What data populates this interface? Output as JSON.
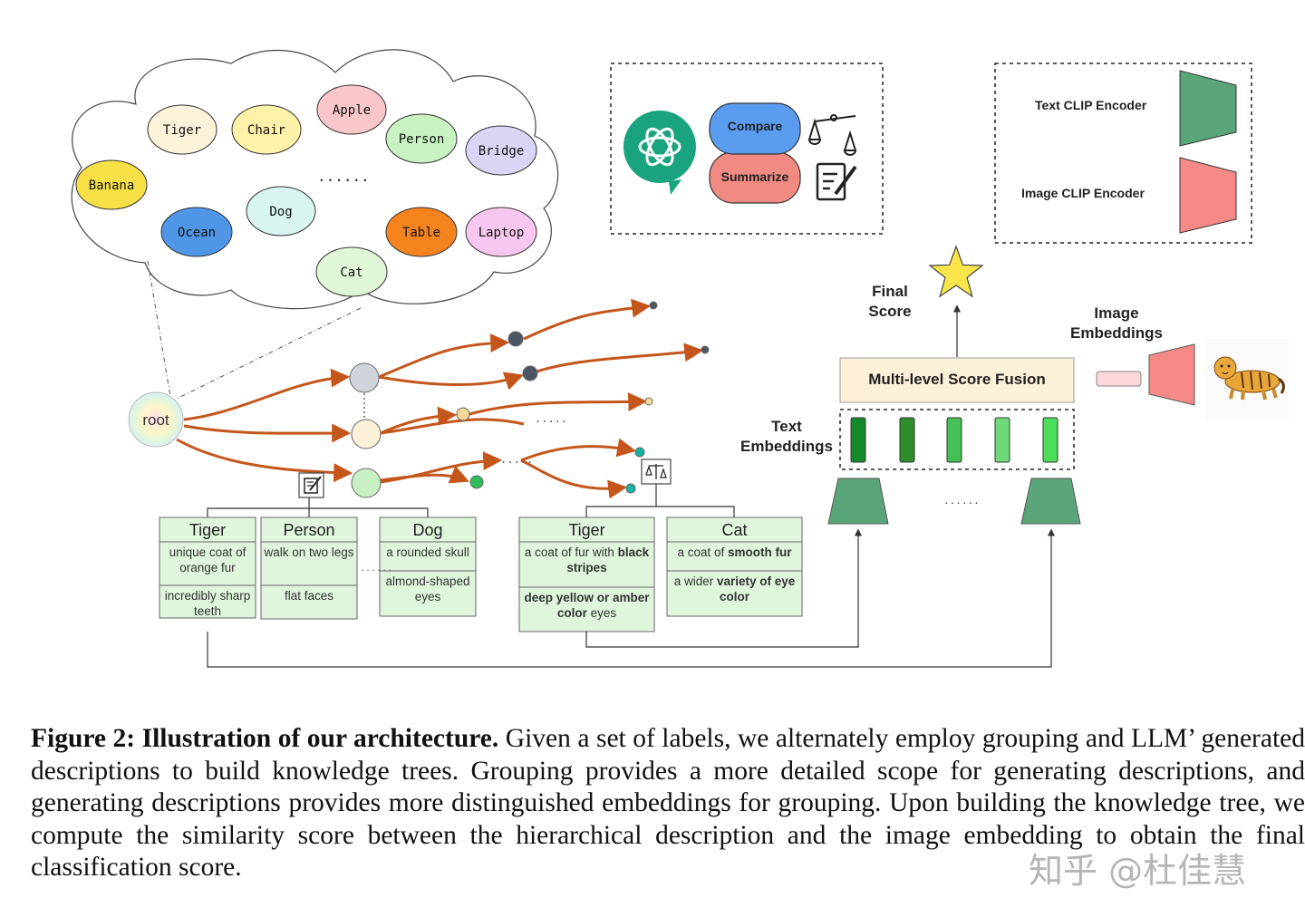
{
  "cloud_labels": [
    {
      "text": "Tiger",
      "fill": "#fdf3da"
    },
    {
      "text": "Chair",
      "fill": "#fff2a8"
    },
    {
      "text": "Apple",
      "fill": "#f9c6c9"
    },
    {
      "text": "Person",
      "fill": "#c9f2c2"
    },
    {
      "text": "Bridge",
      "fill": "#d9d6f5"
    },
    {
      "text": "Banana",
      "fill": "#f7e046"
    },
    {
      "text": "Ocean",
      "fill": "#4f96e6"
    },
    {
      "text": "Dog",
      "fill": "#d8f5ef"
    },
    {
      "text": "Table",
      "fill": "#f5841f"
    },
    {
      "text": "Laptop",
      "fill": "#f7c7ef"
    },
    {
      "text": "Cat",
      "fill": "#dff7d8"
    }
  ],
  "cloud_ellipsis": "......",
  "root_label": "root",
  "tree_ellipsis": ".....",
  "group1": {
    "cards": [
      {
        "title": "Tiger",
        "desc": [
          "unique coat of orange fur",
          "incredibly sharp teeth"
        ]
      },
      {
        "title": "Person",
        "desc": [
          "walk on two legs",
          "flat faces"
        ]
      },
      {
        "title": "Dog",
        "desc": [
          "a rounded skull",
          "almond-shaped eyes"
        ]
      }
    ],
    "ellipsis": "......"
  },
  "group2": {
    "cards": [
      {
        "title": "Tiger",
        "desc_html": [
          "a coat of fur with <b>black stripes</b>",
          "<b>deep yellow or amber color</b> eyes"
        ]
      },
      {
        "title": "Cat",
        "desc_html": [
          "a coat of <b>smooth fur</b>",
          "a wider <b>variety of eye color</b>"
        ]
      }
    ]
  },
  "llm_box": {
    "compare": "Compare",
    "summarize": "Summarize",
    "compare_color": "#5a9cf0",
    "summarize_color": "#f08a82"
  },
  "legend_box": {
    "text_encoder": "Text CLIP Encoder",
    "image_encoder": "Image CLIP Encoder",
    "text_color": "#5aa57a",
    "image_color": "#f58a86"
  },
  "fusion": {
    "final_score_label": "Final Score",
    "fusion_label": "Multi-level Score Fusion",
    "image_embeddings_label": "Image Embeddings",
    "text_embeddings_label": "Text Embeddings",
    "encoder_ellipsis": "......",
    "embedding_colors": [
      "#158a2a",
      "#2e8f2a",
      "#45c057",
      "#6fd97a",
      "#4cde58"
    ]
  },
  "caption": {
    "figure_label": "Figure 2:",
    "title": "Illustration of our architecture.",
    "body": "Given a set of labels, we alternately employ grouping and LLM’ generated descriptions to build knowledge trees.  Grouping provides a more detailed scope for generating descriptions, and generating descriptions provides more distinguished embeddings for grouping. Upon building the knowledge tree, we compute the similarity score between the hierarchical description and the image embedding to obtain the final classification score."
  },
  "watermark": "知乎 @杜佳慧"
}
